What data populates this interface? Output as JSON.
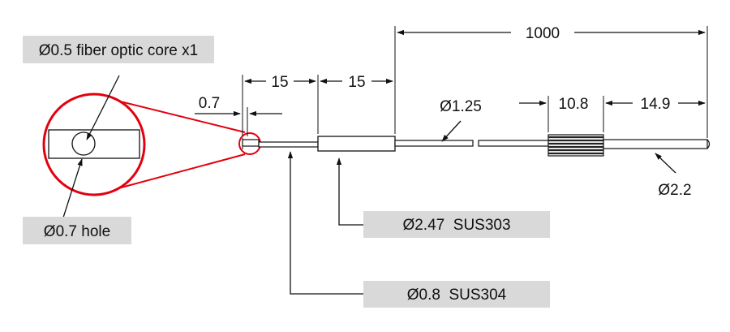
{
  "dimensions": {
    "overall_length": "1000",
    "first_segment": "15",
    "second_segment": "15",
    "tip_offset": "0.7",
    "fiber_diameter": "Ø1.25",
    "knurl_length": "10.8",
    "end_length": "14.9",
    "end_diameter": "Ø2.2"
  },
  "callouts": {
    "fiber_core": "Ø0.5 fiber optic core x1",
    "hole": "Ø0.7 hole",
    "sleeve": "Ø2.47  SUS303",
    "tube": "Ø0.8  SUS304"
  },
  "colors": {
    "magnifier": "#e3000f",
    "label_box": "#d9d9d9",
    "knurl": "#222222",
    "line": "#111111"
  }
}
